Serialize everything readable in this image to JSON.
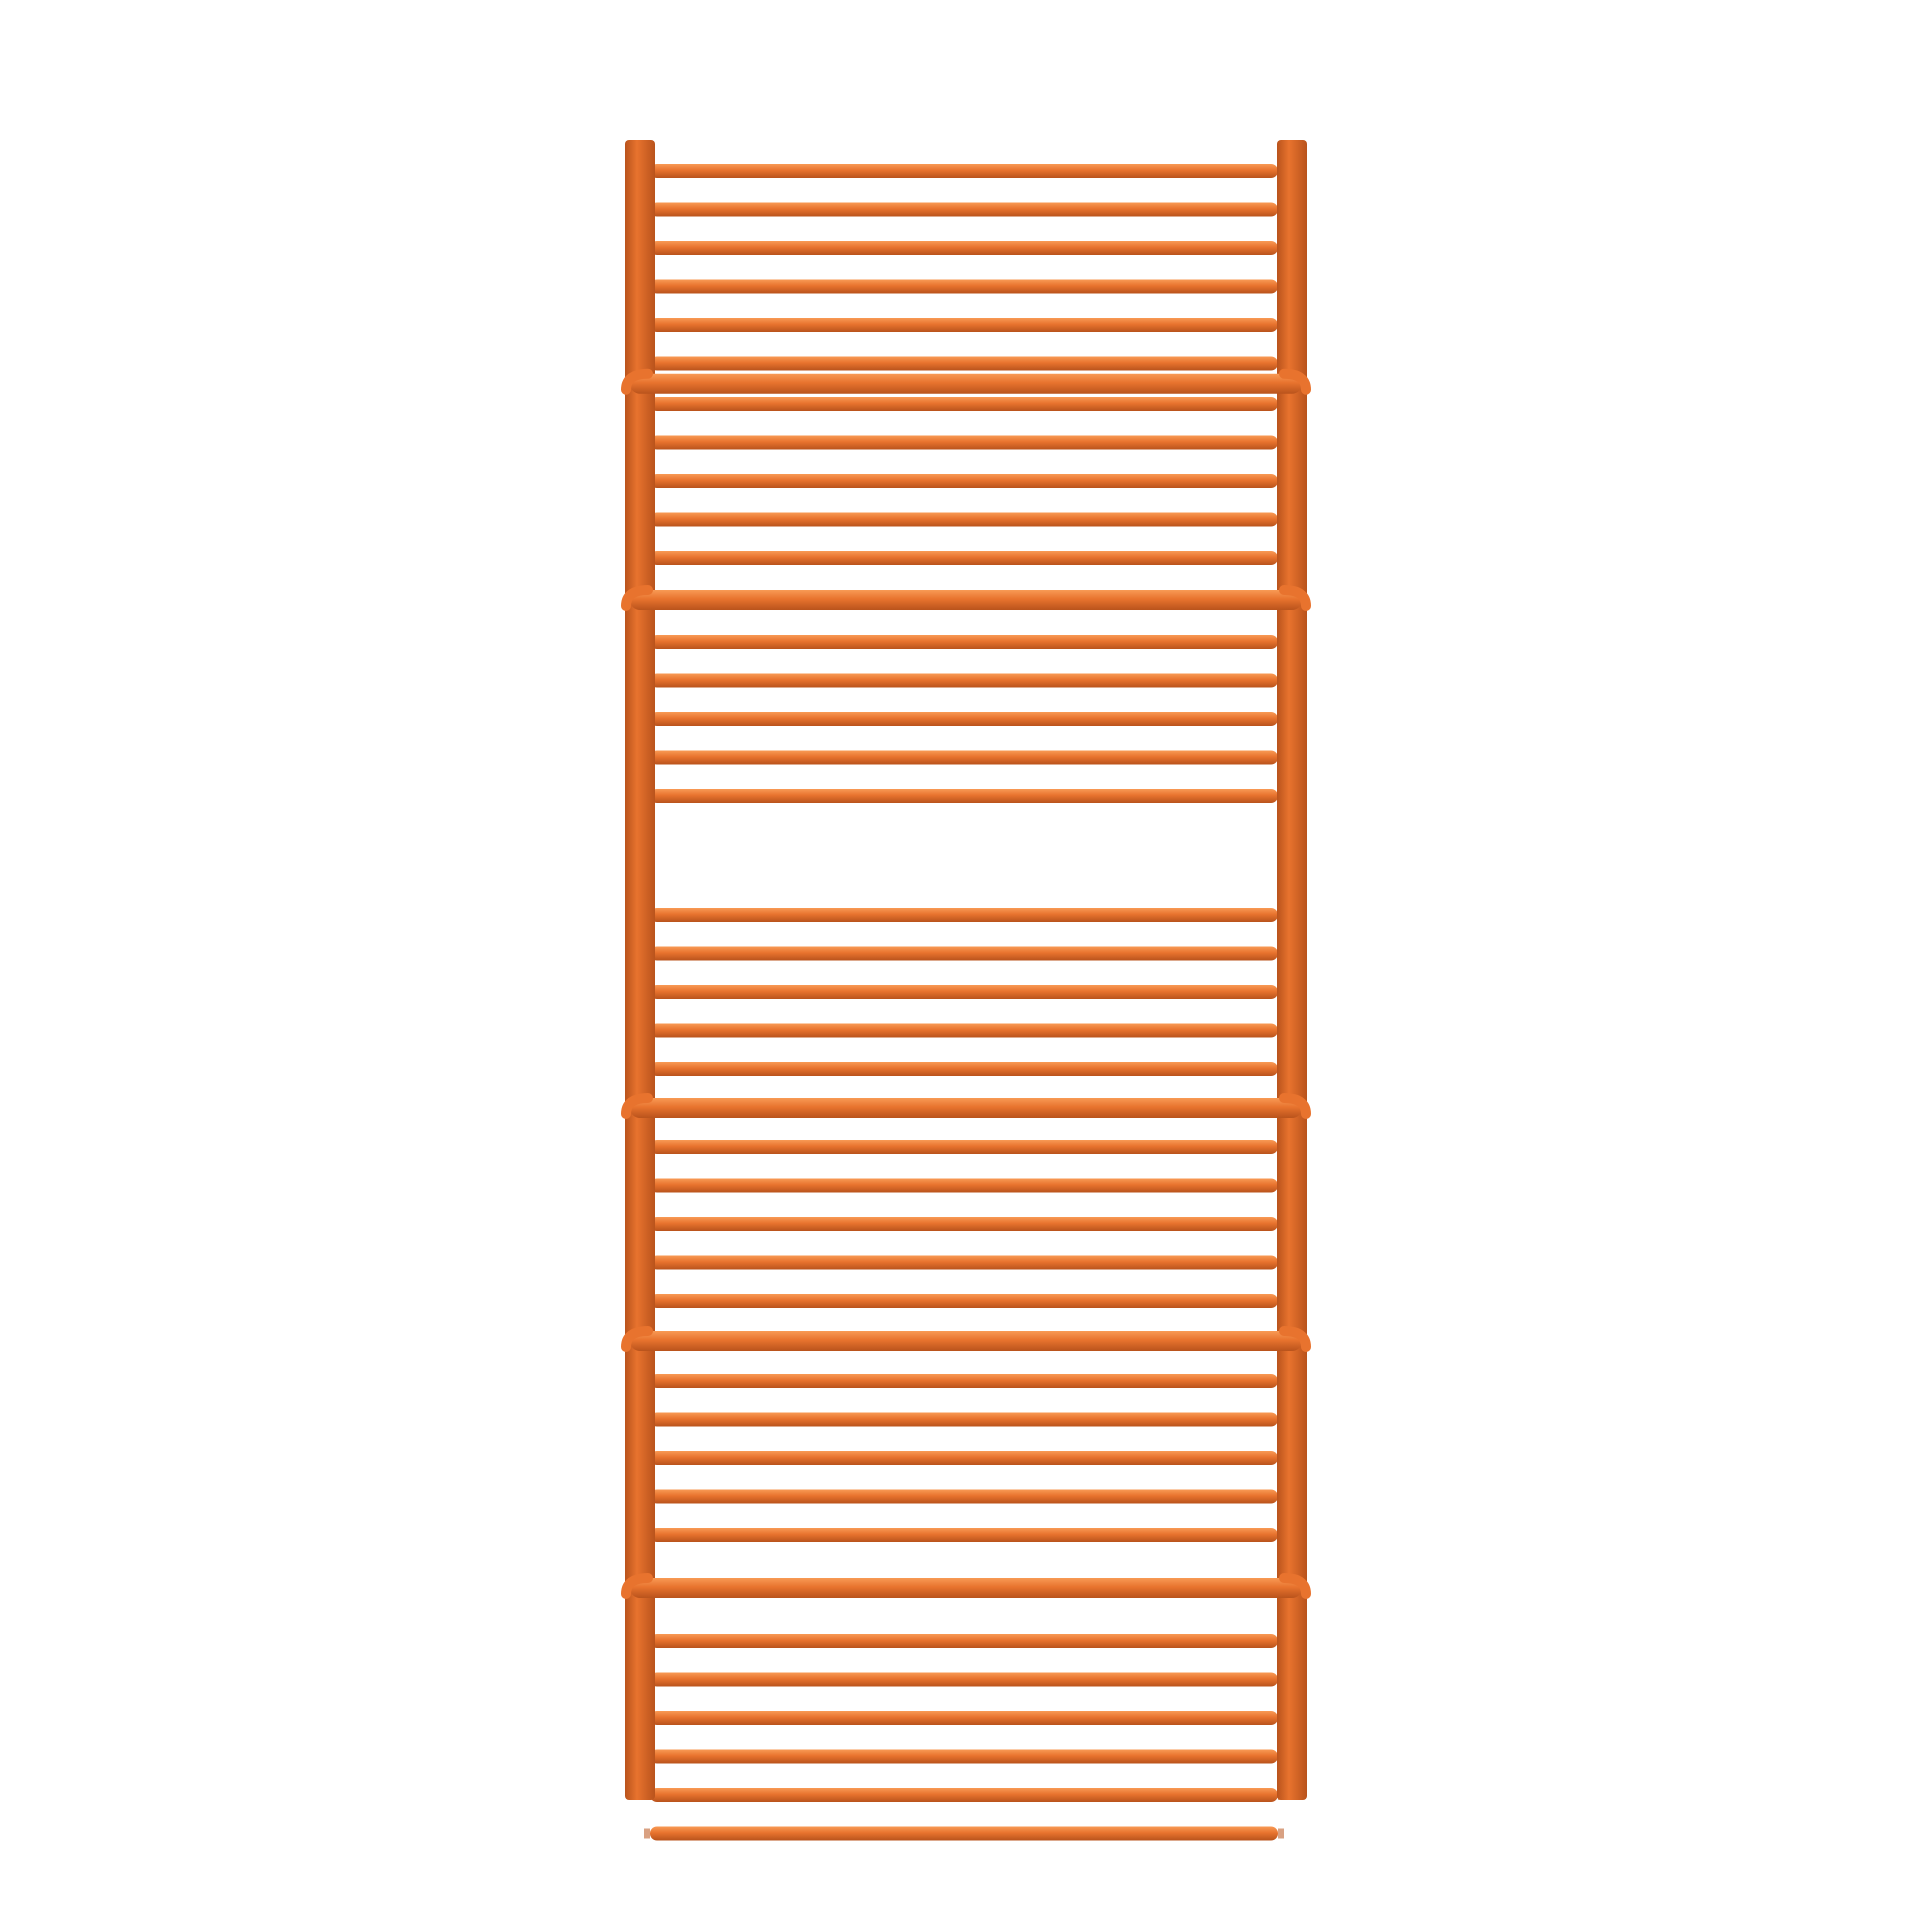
{
  "product": {
    "type": "ladder towel radiator",
    "finish_color": "#E8732E",
    "highlight_color": "#F89A55",
    "shadow_color": "#B9531C",
    "background_color": "#FFFFFF",
    "rungs_per_group": [
      6,
      5,
      5,
      5,
      5,
      5,
      6
    ],
    "rail_bars_after_group": [
      1,
      2,
      4,
      5,
      6
    ]
  }
}
